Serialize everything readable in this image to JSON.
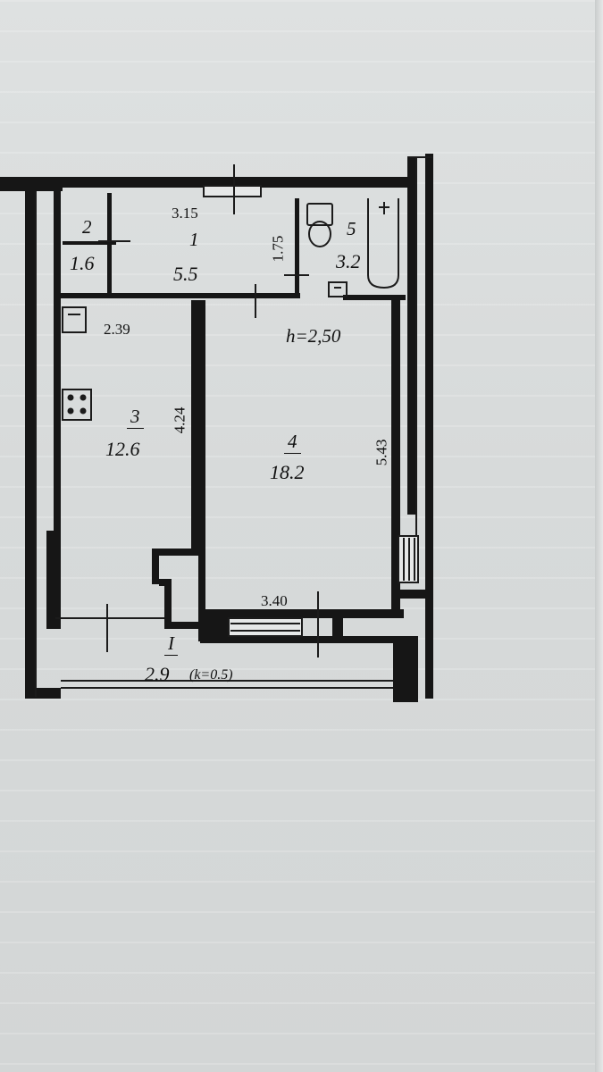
{
  "rooms": [
    {
      "number": "I",
      "area": "2.9"
    },
    {
      "number": "1",
      "area": "5.5"
    },
    {
      "number": "2",
      "area": "1.6"
    },
    {
      "number": "3",
      "area": "12.6"
    },
    {
      "number": "5",
      "area": "3.2"
    },
    {
      "number": "4",
      "area": "18.2"
    }
  ],
  "balcony_coefficient": "(k=0.5)",
  "ceiling_height": "h=2,50",
  "dimensions": {
    "top_width": "3.15",
    "bath_length": "1.75",
    "kitchen_width": "2.39",
    "kitchen_length": "4.24",
    "room_length": "5.43",
    "room_width": "3.40"
  },
  "colors": {
    "paper": "#dcdfdf",
    "ink": "#161616"
  }
}
